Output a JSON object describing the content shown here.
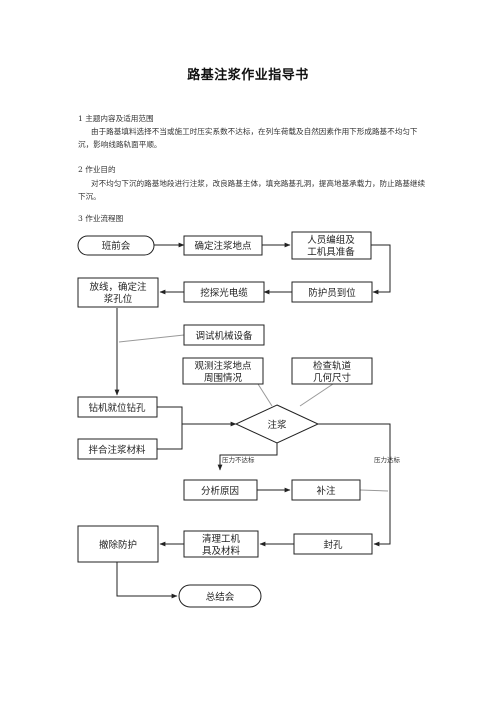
{
  "document": {
    "title": "路基注浆作业指导书",
    "sections": [
      {
        "heading": "1  主题内容及适用范围",
        "body": "由于路基填料选择不当或施工时压实系数不达标，在列车荷载及自然因素作用下形成路基不均匀下沉，影响线路轨面平顺。"
      },
      {
        "heading": "2  作业目的",
        "body": "对不均匀下沉的路基地段进行注浆，改良路基主体，填充路基孔洞，提高地基承载力，防止路基继续下沉。"
      },
      {
        "heading": "3  作业流程图"
      }
    ]
  },
  "flowchart": {
    "nodes": {
      "banqianhui": "班前会",
      "queding": "确定注浆地点",
      "renyuan_1": "人员编组及",
      "renyuan_2": "工机具准备",
      "fangxian_1": "放线，确定注",
      "fangxian_2": "浆孔位",
      "wataan": "挖探光电缆",
      "fanghu": "防护员到位",
      "tiaoshi": "调试机械设备",
      "guance_1": "观测注浆地点",
      "guance_2": "周围情况",
      "jiancha_1": "检查轨道",
      "jiancha_2": "几何尺寸",
      "zuanji": "钻机就位钻孔",
      "banhe": "拌合注浆材料",
      "zhujiang": "注浆",
      "fenxi": "分析原因",
      "buzhu": "补注",
      "fengkong": "封孔",
      "qingli_1": "清理工机",
      "qingli_2": "具及材料",
      "chechu": "撤除防护",
      "zongjie": "总结会"
    },
    "edge_labels": {
      "fail": "压力不达标",
      "pass": "压力达标"
    }
  }
}
